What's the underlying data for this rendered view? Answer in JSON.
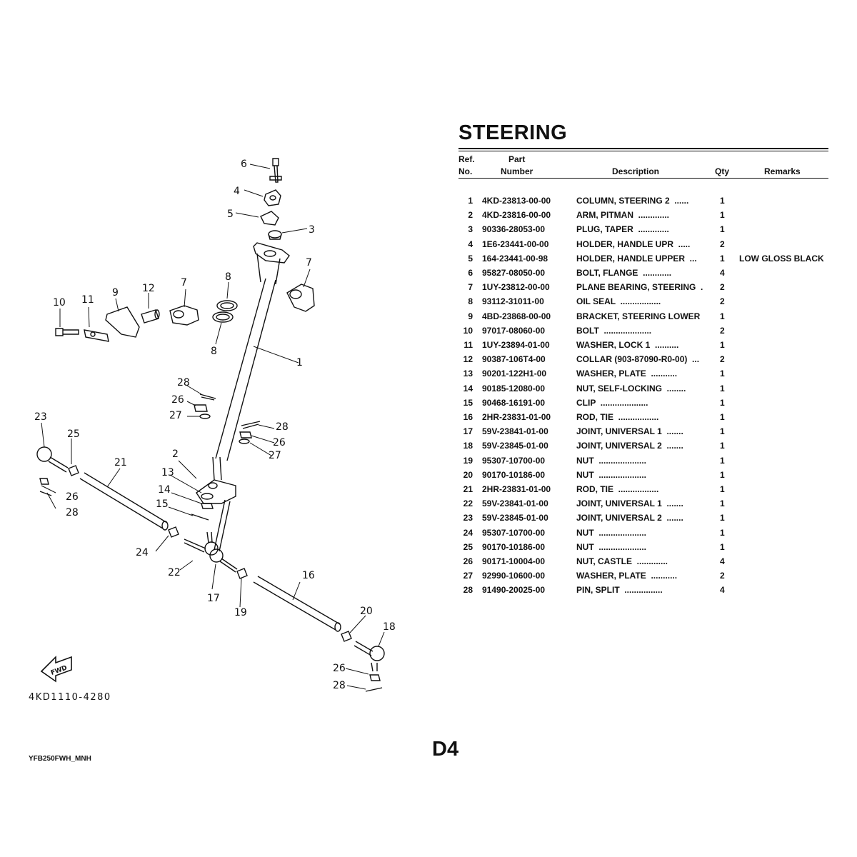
{
  "title": "STEERING",
  "table_headers": {
    "ref_line1": "Ref.",
    "ref_line2": "No.",
    "part_line1": "Part",
    "part_line2": "Number",
    "description": "Description",
    "qty": "Qty",
    "remarks": "Remarks"
  },
  "parts": [
    {
      "ref": "1",
      "part": "4KD-23813-00-00",
      "desc": "COLUMN, STEERING 2  ......",
      "qty": "1",
      "remarks": ""
    },
    {
      "ref": "2",
      "part": "4KD-23816-00-00",
      "desc": "ARM, PITMAN  .............",
      "qty": "1",
      "remarks": ""
    },
    {
      "ref": "3",
      "part": "90336-28053-00",
      "desc": "PLUG, TAPER  .............",
      "qty": "1",
      "remarks": ""
    },
    {
      "ref": "4",
      "part": "1E6-23441-00-00",
      "desc": "HOLDER, HANDLE UPR  .....",
      "qty": "2",
      "remarks": ""
    },
    {
      "ref": "5",
      "part": "164-23441-00-98",
      "desc": "HOLDER, HANDLE UPPER  ...",
      "qty": "1",
      "remarks": "LOW GLOSS BLACK"
    },
    {
      "ref": "6",
      "part": "95827-08050-00",
      "desc": "BOLT, FLANGE  ............",
      "qty": "4",
      "remarks": ""
    },
    {
      "ref": "7",
      "part": "1UY-23812-00-00",
      "desc": "PLANE BEARING, STEERING  .",
      "qty": "2",
      "remarks": ""
    },
    {
      "ref": "8",
      "part": "93112-31011-00",
      "desc": "OIL SEAL  .................",
      "qty": "2",
      "remarks": ""
    },
    {
      "ref": "9",
      "part": "4BD-23868-00-00",
      "desc": "BRACKET, STEERING LOWER",
      "qty": "1",
      "remarks": ""
    },
    {
      "ref": "10",
      "part": "97017-08060-00",
      "desc": "BOLT  ....................",
      "qty": "2",
      "remarks": ""
    },
    {
      "ref": "11",
      "part": "1UY-23894-01-00",
      "desc": "WASHER, LOCK 1  ..........",
      "qty": "1",
      "remarks": ""
    },
    {
      "ref": "12",
      "part": "90387-106T4-00",
      "desc": "COLLAR (903-87090-R0-00)  ...",
      "qty": "2",
      "remarks": ""
    },
    {
      "ref": "13",
      "part": "90201-122H1-00",
      "desc": "WASHER, PLATE  ...........",
      "qty": "1",
      "remarks": ""
    },
    {
      "ref": "14",
      "part": "90185-12080-00",
      "desc": "NUT, SELF-LOCKING  ........",
      "qty": "1",
      "remarks": ""
    },
    {
      "ref": "15",
      "part": "90468-16191-00",
      "desc": "CLIP  ....................",
      "qty": "1",
      "remarks": ""
    },
    {
      "ref": "16",
      "part": "2HR-23831-01-00",
      "desc": "ROD, TIE  .................",
      "qty": "1",
      "remarks": ""
    },
    {
      "ref": "17",
      "part": "59V-23841-01-00",
      "desc": "JOINT, UNIVERSAL 1  .......",
      "qty": "1",
      "remarks": ""
    },
    {
      "ref": "18",
      "part": "59V-23845-01-00",
      "desc": "JOINT, UNIVERSAL 2  .......",
      "qty": "1",
      "remarks": ""
    },
    {
      "ref": "19",
      "part": "95307-10700-00",
      "desc": "NUT  ....................",
      "qty": "1",
      "remarks": ""
    },
    {
      "ref": "20",
      "part": "90170-10186-00",
      "desc": "NUT  ....................",
      "qty": "1",
      "remarks": ""
    },
    {
      "ref": "21",
      "part": "2HR-23831-01-00",
      "desc": "ROD, TIE  .................",
      "qty": "1",
      "remarks": ""
    },
    {
      "ref": "22",
      "part": "59V-23841-01-00",
      "desc": "JOINT, UNIVERSAL 1  .......",
      "qty": "1",
      "remarks": ""
    },
    {
      "ref": "23",
      "part": "59V-23845-01-00",
      "desc": "JOINT, UNIVERSAL 2  .......",
      "qty": "1",
      "remarks": ""
    },
    {
      "ref": "24",
      "part": "95307-10700-00",
      "desc": "NUT  ....................",
      "qty": "1",
      "remarks": ""
    },
    {
      "ref": "25",
      "part": "90170-10186-00",
      "desc": "NUT  ....................",
      "qty": "1",
      "remarks": ""
    },
    {
      "ref": "26",
      "part": "90171-10004-00",
      "desc": "NUT, CASTLE  .............",
      "qty": "4",
      "remarks": ""
    },
    {
      "ref": "27",
      "part": "92990-10600-00",
      "desc": "WASHER, PLATE  ...........",
      "qty": "2",
      "remarks": ""
    },
    {
      "ref": "28",
      "part": "91490-20025-00",
      "desc": "PIN, SPLIT  ................",
      "qty": "4",
      "remarks": ""
    }
  ],
  "diagram": {
    "callouts": [
      "6",
      "4",
      "5",
      "3",
      "1",
      "7",
      "7",
      "8",
      "8",
      "10",
      "11",
      "9",
      "12",
      "28",
      "26",
      "27",
      "28",
      "26",
      "27",
      "23",
      "25",
      "21",
      "2",
      "13",
      "14",
      "15",
      "26",
      "28",
      "24",
      "22",
      "17",
      "19",
      "16",
      "20",
      "18",
      "26",
      "28"
    ],
    "fwd_label": "FWD",
    "drawing_code": "4KD1110-4280"
  },
  "page_number": "D4",
  "model_code": "YFB250FWH_MNH"
}
